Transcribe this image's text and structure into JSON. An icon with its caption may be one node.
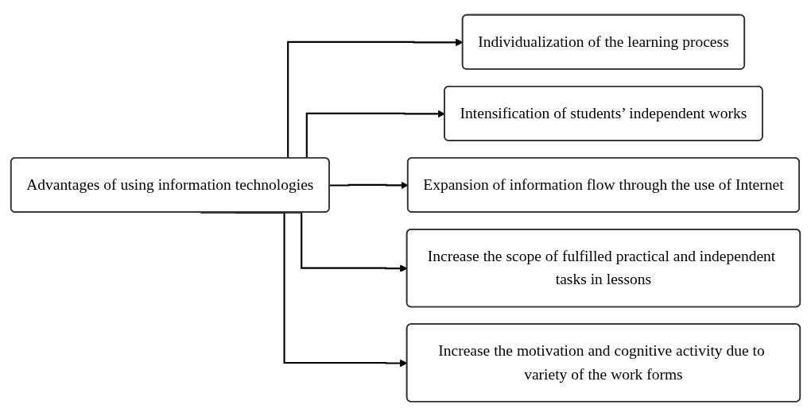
{
  "diagram": {
    "nodes": [
      {
        "text": [
          "Advantages of using information technologies"
        ]
      },
      {
        "text": [
          "Individualization of the learning process"
        ]
      },
      {
        "text": [
          "Intensification of students’ independent works"
        ]
      },
      {
        "text": [
          "Expansion of information flow through the use of Internet"
        ]
      },
      {
        "text": [
          "Increase the scope of fulfilled practical and independent tasks in lessons"
        ]
      },
      {
        "text": [
          "Increase the motivation and cognitive activity due to variety of the work forms"
        ]
      }
    ],
    "edges": [
      {
        "from": 0,
        "to": 1,
        "arrow": "to"
      },
      {
        "from": 0,
        "to": 2,
        "arrow": "to"
      },
      {
        "from": 0,
        "to": 3,
        "arrow": "to"
      },
      {
        "from": 0,
        "to": 4,
        "arrow": "to"
      },
      {
        "from": 0,
        "to": 5,
        "arrow": "to"
      }
    ]
  }
}
